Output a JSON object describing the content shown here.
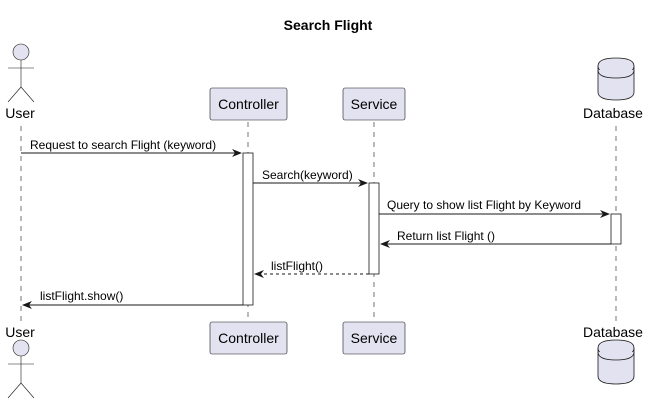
{
  "diagram": {
    "title": "Search Flight",
    "participants": [
      {
        "id": "user",
        "label": "User",
        "kind": "actor"
      },
      {
        "id": "controller",
        "label": "Controller",
        "kind": "participant"
      },
      {
        "id": "service",
        "label": "Service",
        "kind": "participant"
      },
      {
        "id": "database",
        "label": "Database",
        "kind": "database"
      }
    ],
    "messages": [
      {
        "from": "user",
        "to": "controller",
        "label": "Request to search Flight (keyword)",
        "style": "solid"
      },
      {
        "from": "controller",
        "to": "service",
        "label": "Search(keyword)",
        "style": "solid"
      },
      {
        "from": "service",
        "to": "database",
        "label": "Query to show list Flight by Keyword",
        "style": "solid"
      },
      {
        "from": "database",
        "to": "service",
        "label": "Return list Flight ()",
        "style": "solid"
      },
      {
        "from": "service",
        "to": "controller",
        "label": "listFlight()",
        "style": "dashed"
      },
      {
        "from": "controller",
        "to": "user",
        "label": "listFlight.show()",
        "style": "solid"
      }
    ]
  }
}
